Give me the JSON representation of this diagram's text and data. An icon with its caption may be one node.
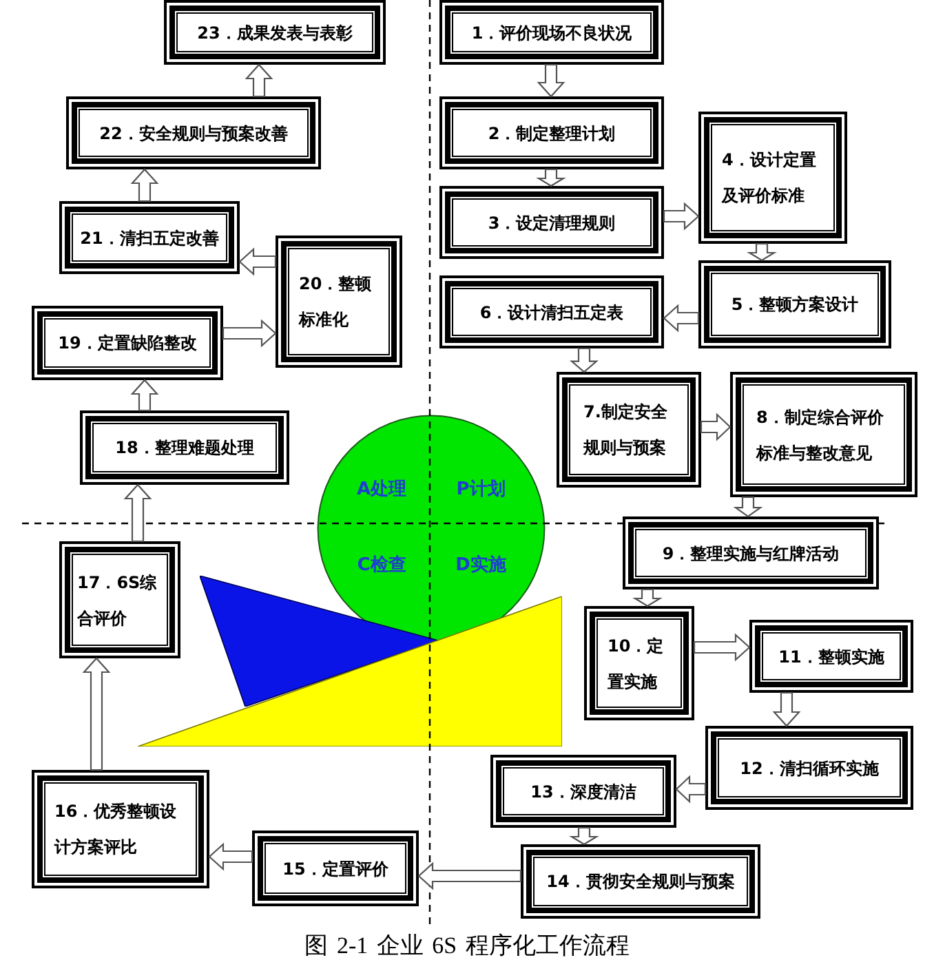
{
  "diagram": {
    "caption": "图 2-1 企业 6S 程序化工作流程",
    "nodes": [
      {
        "text": [
          "1．评价现场不良状况"
        ]
      },
      {
        "text": [
          "2．制定整理计划"
        ]
      },
      {
        "text": [
          "3．设定清理规则"
        ]
      },
      {
        "text": [
          "4．设计定置及评价标准"
        ]
      },
      {
        "text": [
          "5．整顿方案设计"
        ]
      },
      {
        "text": [
          "6．设计清扫五定表"
        ]
      },
      {
        "text": [
          "7.制定安全规则与预案"
        ]
      },
      {
        "text": [
          "8．制定综合评价标准与整改意见"
        ]
      },
      {
        "text": [
          "9．整理实施与红牌活动"
        ]
      },
      {
        "text": [
          "10．定置实施"
        ]
      },
      {
        "text": [
          "11．整顿实施"
        ]
      },
      {
        "text": [
          "12．清扫循环实施"
        ]
      },
      {
        "text": [
          "13．深度清洁"
        ]
      },
      {
        "text": [
          "14．贯彻安全规则与预案"
        ]
      },
      {
        "text": [
          "15．定置评价"
        ]
      },
      {
        "text": [
          "16．优秀整顿设计方案评比"
        ]
      },
      {
        "text": [
          "17．6S综合评价"
        ]
      },
      {
        "text": [
          "18．整理难题处理"
        ]
      },
      {
        "text": [
          "19．定置缺陷整改"
        ]
      },
      {
        "text": [
          "20．整顿标准化"
        ]
      },
      {
        "text": [
          "21．清扫五定改善"
        ]
      },
      {
        "text": [
          "22．安全规则与预案改善"
        ]
      },
      {
        "text": [
          "23．成果发表与表彰"
        ]
      },
      {
        "text": [
          "A处理",
          "P计划",
          "C检查",
          "D实施"
        ]
      },
      {
        "text": [],
        "shape": "triangle"
      },
      {
        "text": [],
        "shape": "triangle"
      }
    ],
    "edges": [
      {
        "from": 0,
        "to": 1,
        "arrow": "to"
      },
      {
        "from": 1,
        "to": 2,
        "arrow": "to"
      },
      {
        "from": 2,
        "to": 3,
        "arrow": "to"
      },
      {
        "from": 3,
        "to": 4,
        "arrow": "to"
      },
      {
        "from": 4,
        "to": 5,
        "arrow": "to"
      },
      {
        "from": 5,
        "to": 6,
        "arrow": "to"
      },
      {
        "from": 6,
        "to": 7,
        "arrow": "to"
      },
      {
        "from": 7,
        "to": 8,
        "arrow": "to"
      },
      {
        "from": 8,
        "to": 9,
        "arrow": "to"
      },
      {
        "from": 9,
        "to": 10,
        "arrow": "to"
      },
      {
        "from": 10,
        "to": 11,
        "arrow": "to"
      },
      {
        "from": 11,
        "to": 12,
        "arrow": "to"
      },
      {
        "from": 12,
        "to": 13,
        "arrow": "to"
      },
      {
        "from": 13,
        "to": 14,
        "arrow": "to"
      },
      {
        "from": 14,
        "to": 15,
        "arrow": "to"
      },
      {
        "from": 15,
        "to": 16,
        "arrow": "to"
      },
      {
        "from": 16,
        "to": 17,
        "arrow": "to"
      },
      {
        "from": 17,
        "to": 18,
        "arrow": "to"
      },
      {
        "from": 18,
        "to": 19,
        "arrow": "to"
      },
      {
        "from": 19,
        "to": 20,
        "arrow": "to"
      },
      {
        "from": 20,
        "to": 21,
        "arrow": "to"
      },
      {
        "from": 21,
        "to": 22,
        "arrow": "to"
      }
    ]
  }
}
